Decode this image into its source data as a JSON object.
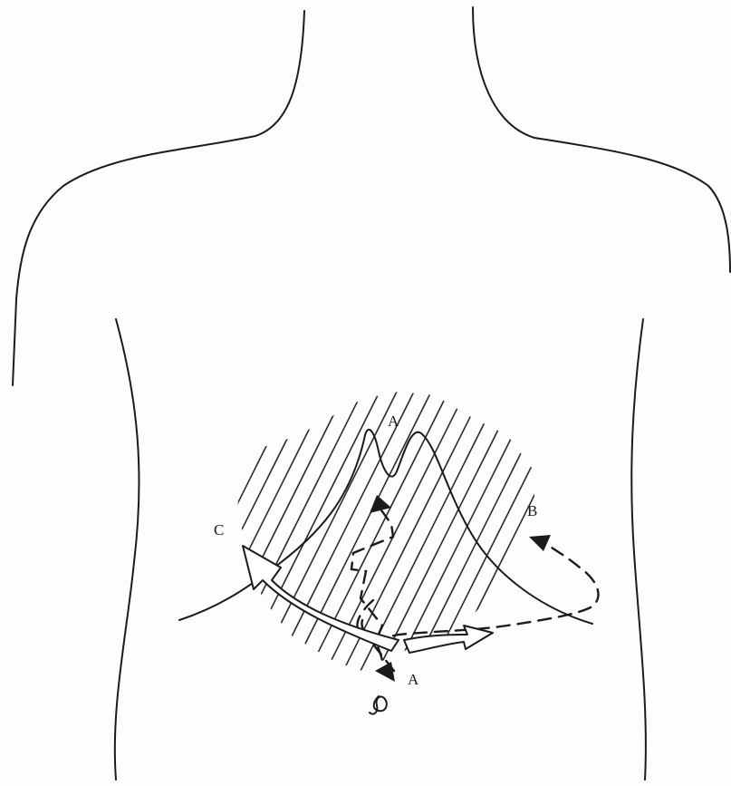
{
  "labels": {
    "a_top": "A",
    "a_bottom": "A",
    "b": "B",
    "c": "C"
  },
  "colors": {
    "ink": "#1b1b1b",
    "paper": "#fdfdfb"
  }
}
